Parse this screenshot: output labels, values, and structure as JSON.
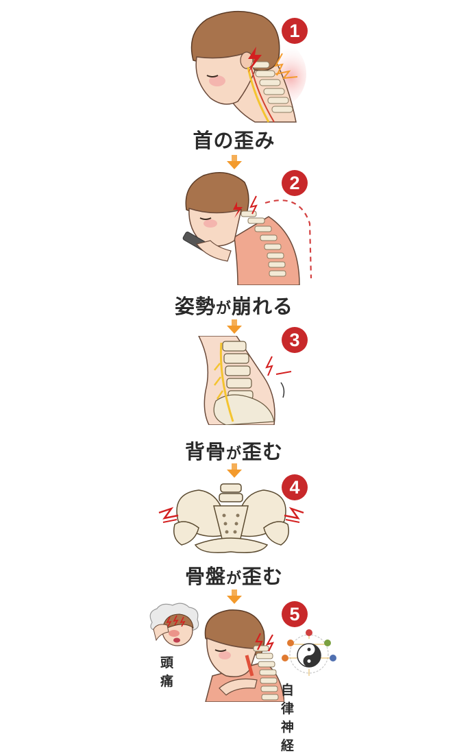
{
  "diagram": {
    "type": "causal-flow",
    "colors": {
      "badge": "#c8282a",
      "arrow": "#f39a2c",
      "text": "#2a2a2a",
      "skin": "#f7d9c4",
      "hair": "#9a6a45",
      "bone": "#f3ead6",
      "nerve": "#f4c430",
      "pain": "#d32020"
    },
    "steps": [
      {
        "number": "1",
        "label_main": "首の歪み",
        "label_small": "",
        "illustration": "woman-neck-spine-pain"
      },
      {
        "number": "2",
        "label_main": "姿勢",
        "label_kana": "が",
        "label_tail": "崩れる",
        "illustration": "woman-smartphone-hunched-posture"
      },
      {
        "number": "3",
        "label_main": "背骨",
        "label_kana": "が",
        "label_tail": "歪む",
        "illustration": "lumbar-spine-nerve-pain"
      },
      {
        "number": "4",
        "label_main": "骨盤",
        "label_kana": "が",
        "label_tail": "歪む",
        "illustration": "pelvis-hip-pain"
      },
      {
        "number": "5",
        "illustration": "woman-neck-shoulder-pain",
        "sub_items": [
          {
            "label": "頭痛",
            "illustration": "headache-face-icon"
          },
          {
            "label": "自律神経",
            "illustration": "yin-yang-network-icon"
          }
        ]
      }
    ]
  }
}
